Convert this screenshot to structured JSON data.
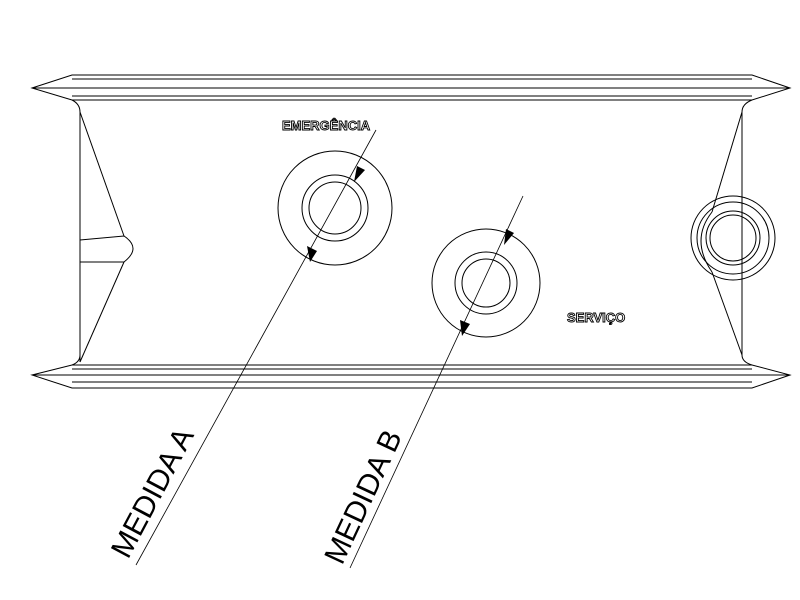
{
  "labels": {
    "emergency": "EMERGÊNCIA",
    "service": "SERVIÇO",
    "measure_a": "MEDIDA A",
    "measure_b": "MEDIDA B"
  },
  "colors": {
    "line": "#000000",
    "background": "#ffffff"
  }
}
